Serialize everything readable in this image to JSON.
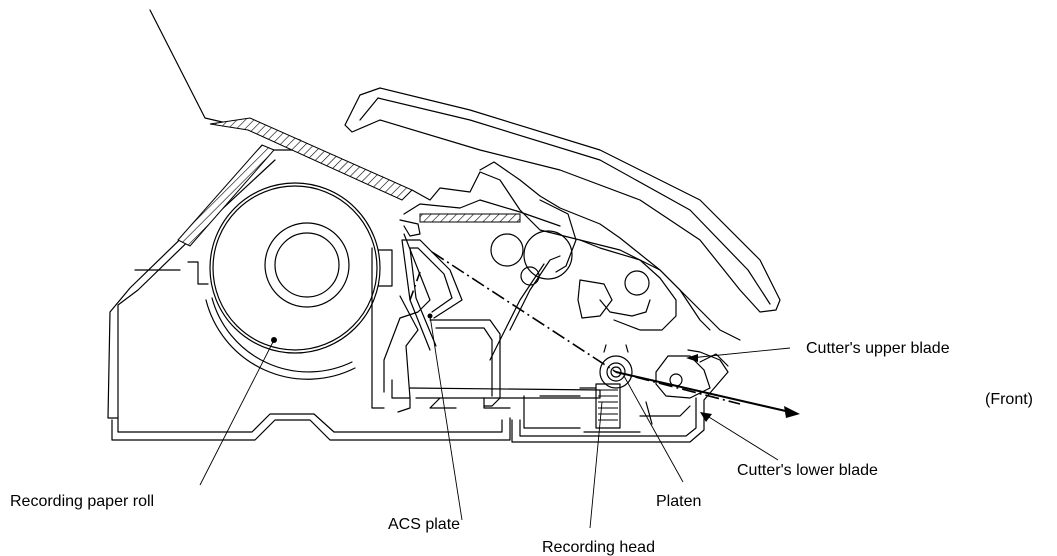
{
  "labels": {
    "cutter_upper_blade": "Cutter's upper blade",
    "front": "(Front)",
    "cutter_lower_blade": "Cutter's lower blade",
    "recording_paper_roll": "Recording paper roll",
    "platen": "Platen",
    "acs_plate": "ACS plate",
    "recording_head": "Recording head"
  }
}
